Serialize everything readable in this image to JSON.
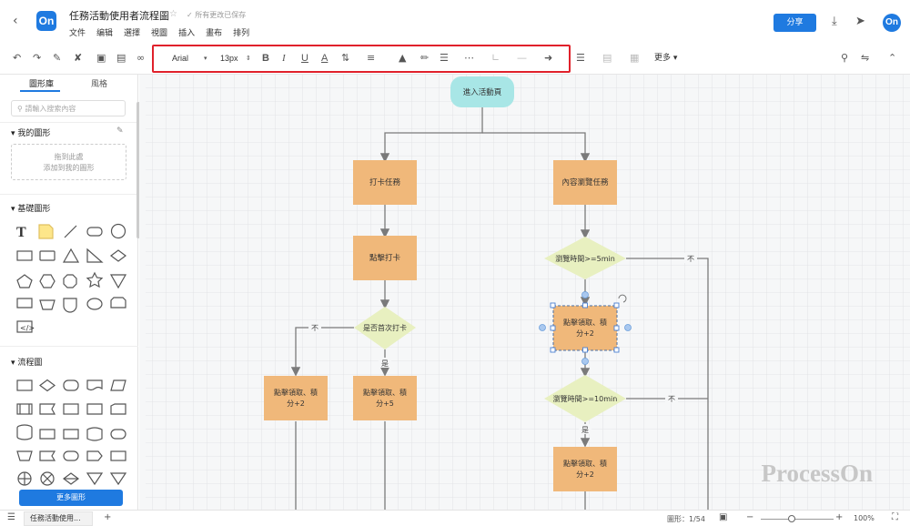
{
  "header": {
    "logo": "On",
    "title": "任務活動使用者流程圖",
    "saved_status": "所有更改已保存",
    "menu": [
      "文件",
      "编辑",
      "選擇",
      "視圖",
      "插入",
      "畫布",
      "排列"
    ],
    "share_label": "分享",
    "avatar": "On"
  },
  "toolbar": {
    "font_family": "Arial",
    "font_size": "13px",
    "more_label": "更多",
    "highlight_color": "#e0212b"
  },
  "sidebar": {
    "tabs": [
      "圖形庫",
      "風格"
    ],
    "search_placeholder": "請輸入搜索內容",
    "my_shapes": "我的圖形",
    "drop_text": [
      "拖到此處",
      "添加到我的圖形"
    ],
    "basic_shapes": "基礎圖形",
    "flowchart": "流程圖",
    "more_shapes": "更多圖形"
  },
  "flow": {
    "start": "進入活動頁",
    "checkin_task": "打卡任務",
    "click_checkin": "點擊打卡",
    "first_checkin": "是否首次打卡",
    "reward2_left": [
      "點擊領取、積",
      "分+2"
    ],
    "reward5": [
      "點擊領取、積",
      "分+5"
    ],
    "browse_task": "內容瀏覽任務",
    "browse5": "瀏覽時間>=5min",
    "reward2_mid": [
      "點擊領取、積",
      "分+2"
    ],
    "browse10": "瀏覽時間>=10min",
    "reward2_bot": [
      "點擊領取、積",
      "分+2"
    ],
    "no": "不",
    "yes": "是"
  },
  "watermark": "ProcessOn",
  "colors": {
    "accent": "#1f7ae0",
    "start_fill": "#a8e6e6",
    "process_fill": "#f0b87a",
    "decision_fill": "#e8f0c0",
    "connector": "#7a7a7a"
  },
  "footer": {
    "tab_label": "任務活動使用...",
    "shape_count": "圖形：1/54",
    "zoom": "100%"
  }
}
